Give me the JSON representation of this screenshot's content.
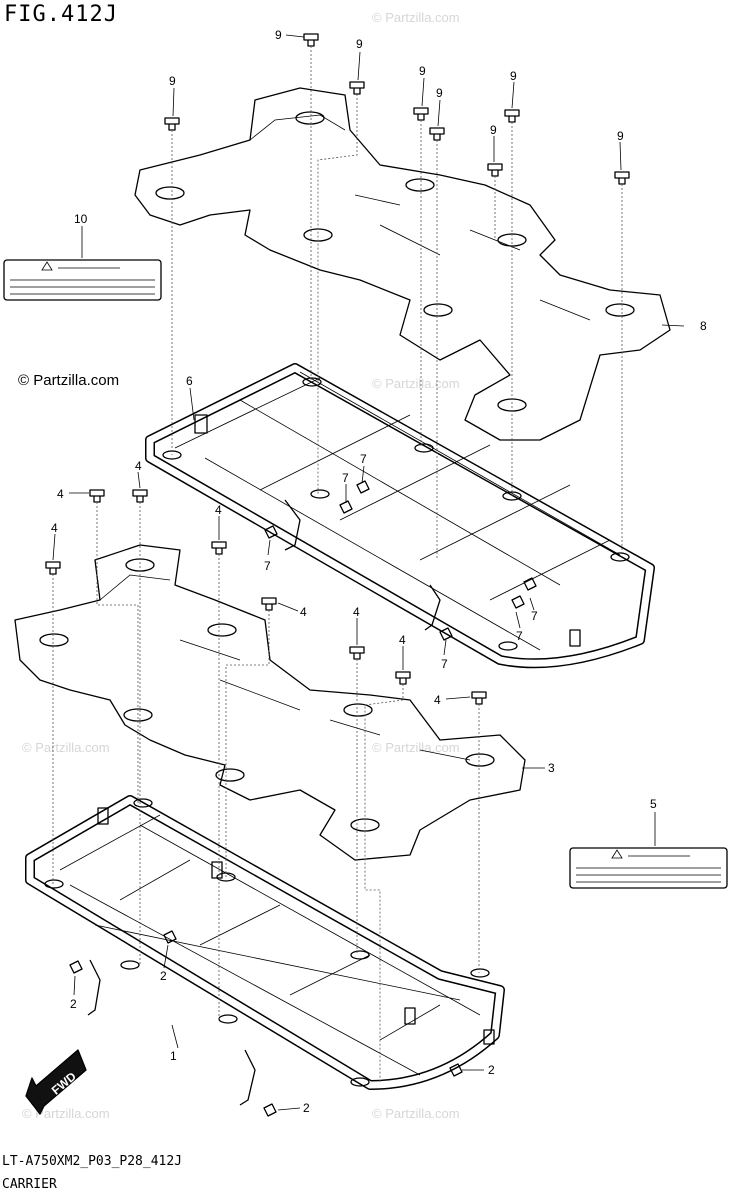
{
  "title": "FIG.412J",
  "footer": {
    "code": "LT-A750XM2_P03_P28_412J",
    "name": "CARRIER"
  },
  "copyright": "© Partzilla.com",
  "watermark": "© Partzilla.com",
  "fwd_label": "FWD",
  "callouts": {
    "c1": "1",
    "c2a": "2",
    "c2b": "2",
    "c2c": "2",
    "c2d": "2",
    "c3": "3",
    "c4a": "4",
    "c4b": "4",
    "c4c": "4",
    "c4d": "4",
    "c4e": "4",
    "c4f": "4",
    "c4g": "4",
    "c4h": "4",
    "c5": "5",
    "c6": "6",
    "c7a": "7",
    "c7b": "7",
    "c7c": "7",
    "c7d": "7",
    "c7e": "7",
    "c7f": "7",
    "c8": "8",
    "c9a": "9",
    "c9b": "9",
    "c9c": "9",
    "c9d": "9",
    "c9e": "9",
    "c9f": "9",
    "c9g": "9",
    "c9h": "9",
    "c10": "10"
  }
}
